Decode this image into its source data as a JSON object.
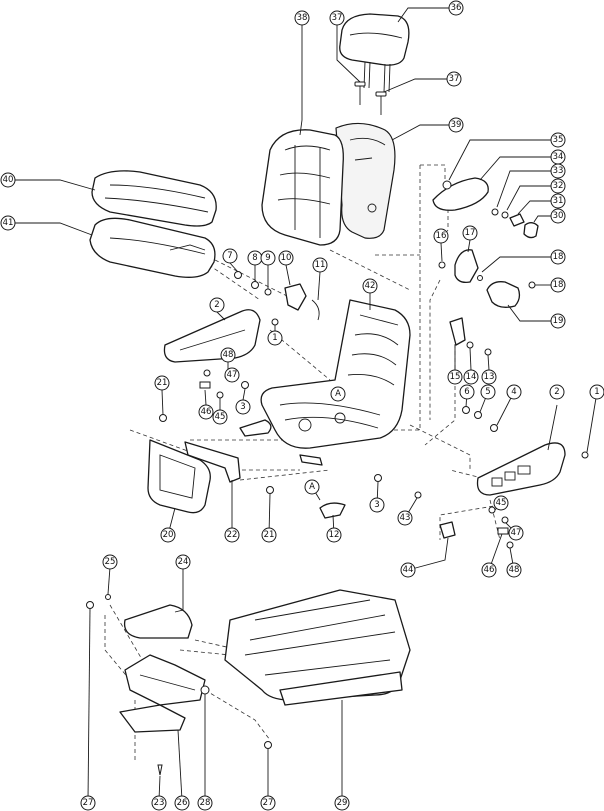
{
  "callouts": {
    "c36": "36",
    "c37a": "37",
    "c37b": "37",
    "c38": "38",
    "c39": "39",
    "c35": "35",
    "c34": "34",
    "c33": "33",
    "c32": "32",
    "c31": "31",
    "c30": "30",
    "c40": "40",
    "c41": "41",
    "c7": "7",
    "c8": "8",
    "c9": "9",
    "c10": "10",
    "c11": "11",
    "c42": "42",
    "c16": "16",
    "c17": "17",
    "c18a": "18",
    "c18b": "18",
    "c19": "19",
    "c2a": "2",
    "c1a": "1",
    "c48a": "48",
    "c47a": "47",
    "c46a": "46",
    "c45a": "45",
    "c3a": "3",
    "c21a": "21",
    "cAa": "A",
    "c15": "15",
    "c14": "14",
    "c13": "13",
    "c6": "6",
    "c5": "5",
    "c4": "4",
    "c2b": "2",
    "c1b": "1",
    "c20": "20",
    "c22": "22",
    "c21b": "21",
    "cAb": "A",
    "c12": "12",
    "c3b": "3",
    "c43": "43",
    "c44": "44",
    "c45b": "45",
    "c47b": "47",
    "c46b": "46",
    "c48b": "48",
    "c25": "25",
    "c24": "24",
    "c27a": "27",
    "c23": "23",
    "c26": "26",
    "c28": "28",
    "c27b": "27",
    "c29": "29"
  },
  "colors": {
    "line": "#1a1a1a",
    "background": "#ffffff"
  }
}
